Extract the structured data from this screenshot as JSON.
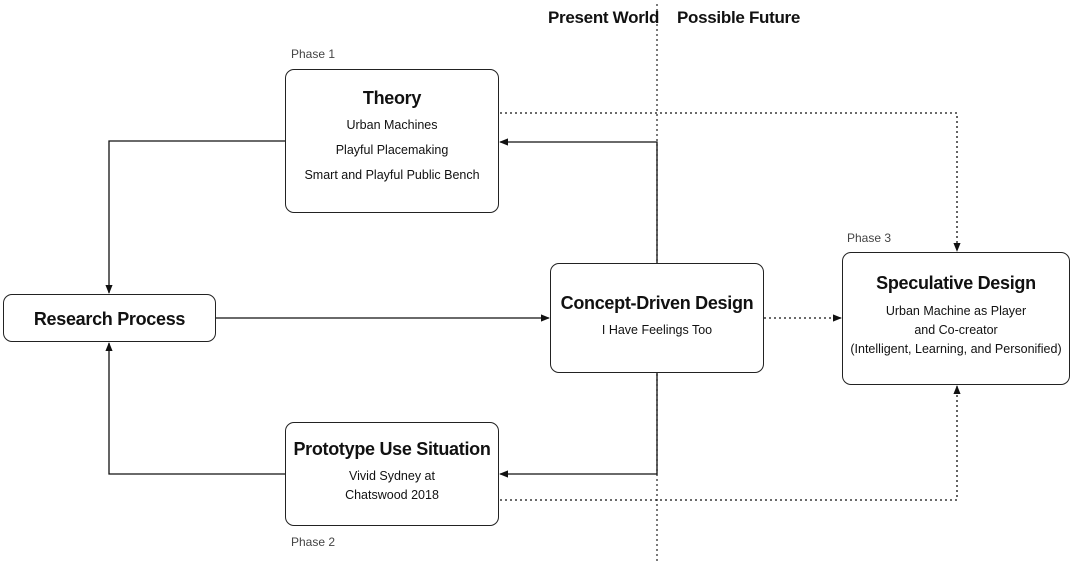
{
  "header": {
    "present_world": "Present World",
    "possible_future": "Possible Future"
  },
  "phases": {
    "phase1": "Phase 1",
    "phase2": "Phase 2",
    "phase3": "Phase 3"
  },
  "theory": {
    "title": "Theory",
    "items": [
      "Urban Machines",
      "Playful Placemaking",
      "Smart and Playful Public Bench"
    ]
  },
  "research": {
    "title": "Research Process"
  },
  "concept": {
    "title": "Concept-Driven Design",
    "items": [
      "I Have Feelings Too"
    ]
  },
  "prototype": {
    "title": "Prototype Use Situation",
    "items": [
      "Vivid Sydney at",
      "Chatswood 2018"
    ]
  },
  "speculative": {
    "title": "Speculative Design",
    "items": [
      "Urban Machine as Player",
      "and Co-creator",
      "(Intelligent, Learning, and Personified)"
    ]
  }
}
